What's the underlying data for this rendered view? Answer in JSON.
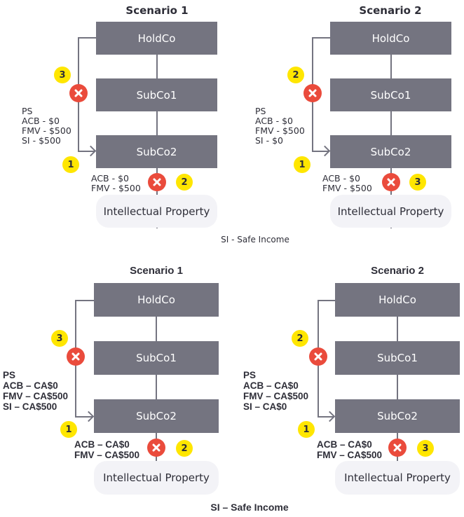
{
  "colors": {
    "entity_box": "#747480",
    "ip_pill": "#f3f3f7",
    "blocked_marker": "#ea4b3c",
    "step_badge": "#ffe600",
    "text": "#2e2e38"
  },
  "diagrams": [
    {
      "caption": "SI - Safe Income",
      "scenarios": [
        {
          "title": "Scenario 1",
          "entities": {
            "top": "HoldCo",
            "middle": "SubCo1",
            "bottom": "SubCo2",
            "asset": "Intellectual Property"
          },
          "share_label": {
            "type": "PS",
            "acb": "ACB - $0",
            "fmv": "FMV - $500",
            "si": "SI - $500"
          },
          "asset_label": {
            "acb": "ACB - $0",
            "fmv": "FMV - $500"
          },
          "steps": {
            "share_issue": "1",
            "asset_transfer": "2",
            "share_redemption": "3"
          }
        },
        {
          "title": "Scenario 2",
          "entities": {
            "top": "HoldCo",
            "middle": "SubCo1",
            "bottom": "SubCo2",
            "asset": "Intellectual Property"
          },
          "share_label": {
            "type": "PS",
            "acb": "ACB - $0",
            "fmv": "FMV - $500",
            "si": "SI - $0"
          },
          "asset_label": {
            "acb": "ACB - $0",
            "fmv": "FMV - $500"
          },
          "steps": {
            "share_issue": "1",
            "asset_transfer": "3",
            "share_redemption": "2"
          }
        }
      ]
    },
    {
      "caption": "SI – Safe Income",
      "scenarios": [
        {
          "title": "Scenario 1",
          "entities": {
            "top": "HoldCo",
            "middle": "SubCo1",
            "bottom": "SubCo2",
            "asset": "Intellectual Property"
          },
          "share_label": {
            "type": "PS",
            "acb": "ACB – CA$0",
            "fmv": "FMV – CA$500",
            "si": "SI – CA$500"
          },
          "asset_label": {
            "acb": "ACB – CA$0",
            "fmv": "FMV – CA$500"
          },
          "steps": {
            "share_issue": "1",
            "asset_transfer": "2",
            "share_redemption": "3"
          }
        },
        {
          "title": "Scenario 2",
          "entities": {
            "top": "HoldCo",
            "middle": "SubCo1",
            "bottom": "SubCo2",
            "asset": "Intellectual Property"
          },
          "share_label": {
            "type": "PS",
            "acb": "ACB – CA$0",
            "fmv": "FMV – CA$500",
            "si": "SI – CA$0"
          },
          "asset_label": {
            "acb": "ACB – CA$0",
            "fmv": "FMV – CA$500"
          },
          "steps": {
            "share_issue": "1",
            "asset_transfer": "3",
            "share_redemption": "2"
          }
        }
      ]
    }
  ]
}
